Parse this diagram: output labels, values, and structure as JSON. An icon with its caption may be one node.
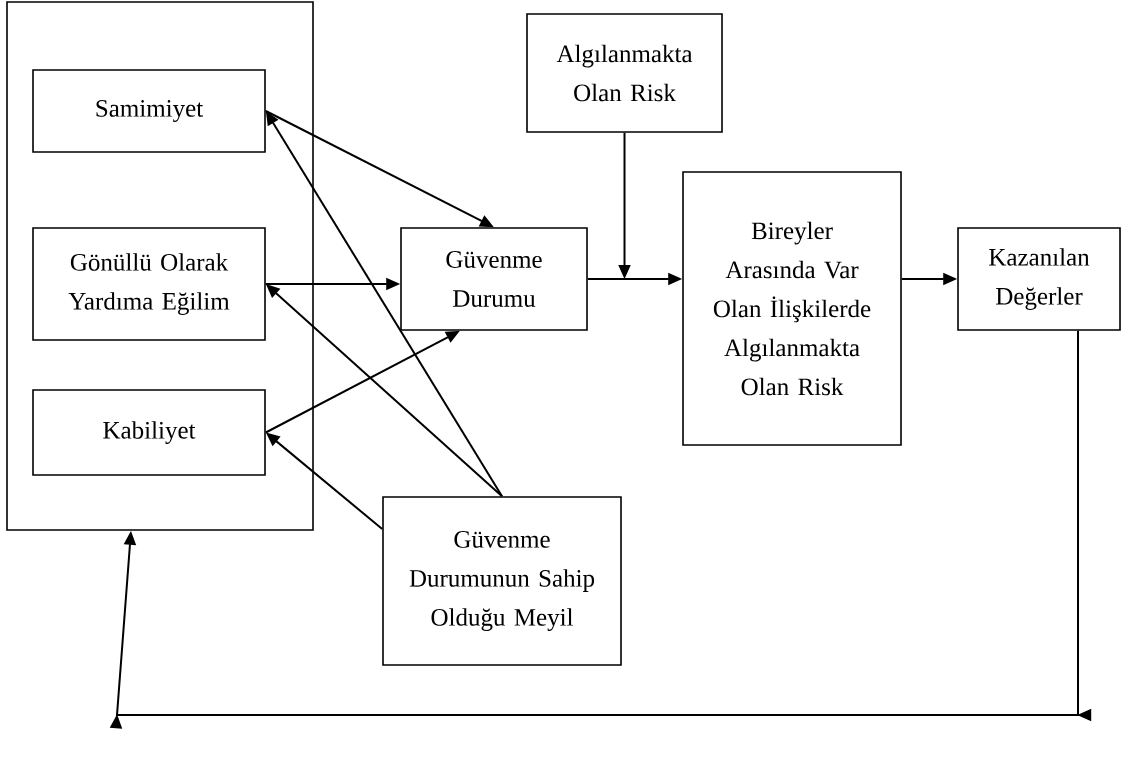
{
  "diagram": {
    "nodes": [
      {
        "text": [],
        "shape": "box"
      },
      {
        "text": [
          "Samimiyet"
        ],
        "in": 0
      },
      {
        "text": [
          "Gönüllü Olarak Yardıma Eğilim"
        ],
        "in": 0
      },
      {
        "text": [
          "Kabiliyet"
        ],
        "in": 0
      },
      {
        "text": [
          "Algılanmakta Olan Risk"
        ]
      },
      {
        "text": [
          "Güvenme Durumu"
        ]
      },
      {
        "text": [
          "Bireyler Arasında Var Olan İlişkilerde Algılanmakta Olan Risk"
        ]
      },
      {
        "text": [
          "Kazanılan Değerler"
        ]
      },
      {
        "text": [
          "Güvenme Durumunun Sahip Olduğu Meyil"
        ]
      }
    ],
    "edges": [
      {
        "from": 1,
        "to": 5,
        "arrow": "to"
      },
      {
        "from": 2,
        "to": 5,
        "arrow": "to"
      },
      {
        "from": 3,
        "to": 5,
        "arrow": "to"
      },
      {
        "from": 8,
        "to": 1,
        "arrow": "to"
      },
      {
        "from": 8,
        "to": 2,
        "arrow": "to"
      },
      {
        "from": 8,
        "to": 3,
        "arrow": "to"
      },
      {
        "from": 4,
        "to": null,
        "arrow": "to"
      },
      {
        "from": 5,
        "to": 6,
        "arrow": "to"
      },
      {
        "from": 6,
        "to": 7,
        "arrow": "to"
      },
      {
        "from": 7,
        "to": 0,
        "arrow": "to"
      }
    ]
  }
}
